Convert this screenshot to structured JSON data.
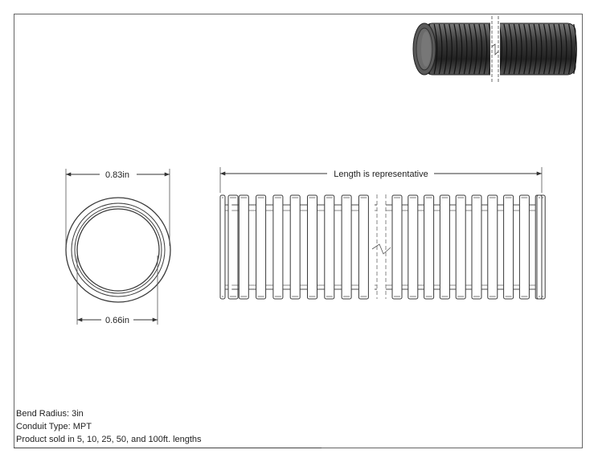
{
  "dimensions": {
    "outer_diameter": "0.83in",
    "inner_diameter": "0.66in",
    "length_note": "Length is representative"
  },
  "notes": {
    "bend_radius": "Bend Radius: 3in",
    "conduit_type": "Conduit Type: MPT",
    "lengths": "Product sold in 5, 10, 25, 50, and 100ft. lengths"
  },
  "colors": {
    "line": "#3a3a3a",
    "render_dark": "#2e2e2e",
    "render_mid": "#5a5a5a",
    "render_light": "#8a8a8a"
  }
}
